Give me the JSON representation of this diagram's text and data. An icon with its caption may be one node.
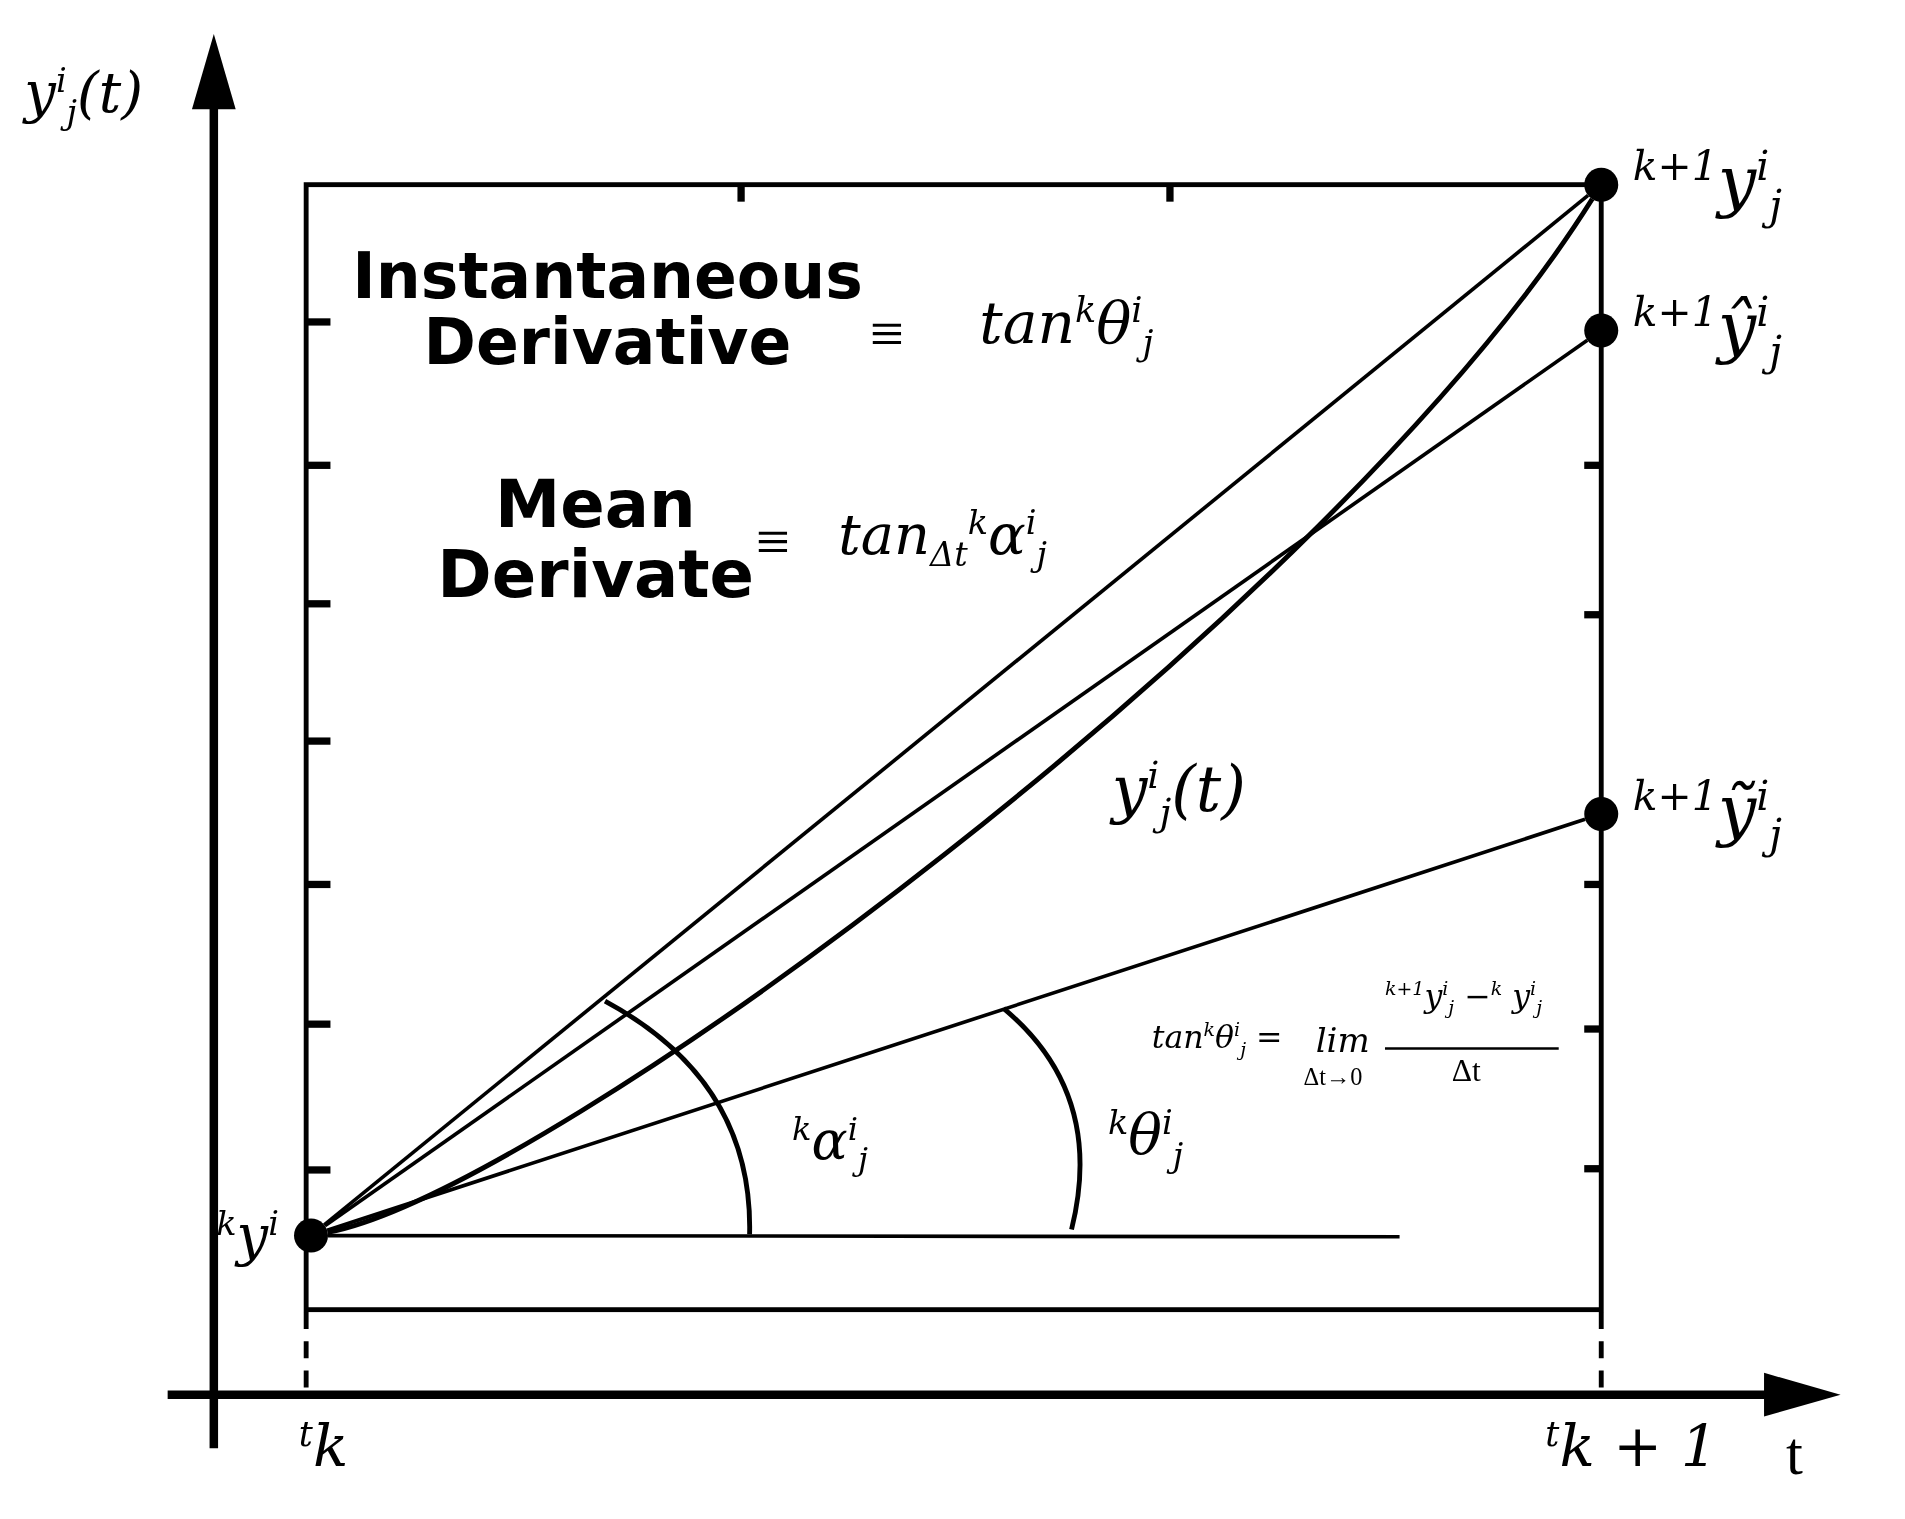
{
  "diagram": {
    "nodes": [
      {
        "text": [],
        "shape": "circle",
        "beside": [
          "$^{k}$y$^{i}$"
        ]
      },
      {
        "text": [],
        "shape": "circle",
        "beside": [
          "$^{k+1}$y$^{i}$$_{j}$"
        ]
      },
      {
        "text": [],
        "shape": "circle",
        "beside": [
          "$^{k+1}$ŷ$^{i}$$_{j}$"
        ]
      },
      {
        "text": [],
        "shape": "circle",
        "beside": [
          "$^{k+1}$ỹ$^{i}$$_{j}$"
        ]
      }
    ],
    "edges": [
      {
        "from": 0,
        "to": 1,
        "arrow": "none"
      },
      {
        "from": 0,
        "to": 2,
        "arrow": "none"
      },
      {
        "from": 0,
        "to": 3,
        "arrow": "none"
      },
      {
        "from": 0,
        "to": 1,
        "arrow": "none",
        "label": "y$^{i}$$_{j}$(t)"
      }
    ],
    "labels": [
      "y$^{i}$$_{j}$(t)",
      "Instantaneous Derivative",
      "≡",
      "tan$^{k}$θ$^{i}$$_{j}$",
      "Mean Derivate",
      "≡",
      "tan$_{Δt}$$^{k}$α$^{i}$$_{j}$",
      "tan$^{k}$θ$^{i}$$_{j}$ =",
      "$^{k+1}$y$^{i}$$_{j}$ −$^{k}$ y$^{i}$$_{j}$",
      "lim",
      "Δt→0",
      "Δt",
      "$^{k}$α$^{i}$$_{j}$",
      "$^{k}$θ$^{i}$$_{j}$",
      "$^{t}$k",
      "$^{t}$k + 1",
      "t"
    ]
  }
}
